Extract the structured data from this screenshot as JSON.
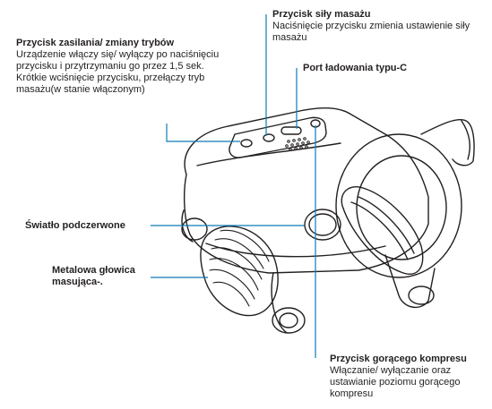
{
  "colors": {
    "line_accent": "#0e7bb8",
    "stroke": "#231f20",
    "background": "#ffffff"
  },
  "callouts": {
    "power_mode": {
      "title": "Przycisk zasilania/ zmiany trybów",
      "desc": "Urządzenie włączy się/ wyłączy po naciśnięciu przycisku i przytrzymaniu go przez 1,5 sek.",
      "desc2": "Krótkie wciśnięcie przycisku, przełączy tryb masażu(w stanie włączonym)"
    },
    "strength": {
      "title": "Przycisk siły masażu",
      "desc": "Naciśnięcie przycisku zmienia ustawienie siły masażu"
    },
    "charging": {
      "title": "Port ładowania typu-C"
    },
    "infrared": {
      "title": "Światło podczerwone"
    },
    "metal_head": {
      "title": "Metalowa głowica masująca-."
    },
    "heat": {
      "title": "Przycisk gorącego kompresu",
      "desc": "Włączanie/ wyłączanie oraz ustawianie poziomu gorącego kompresu"
    }
  }
}
